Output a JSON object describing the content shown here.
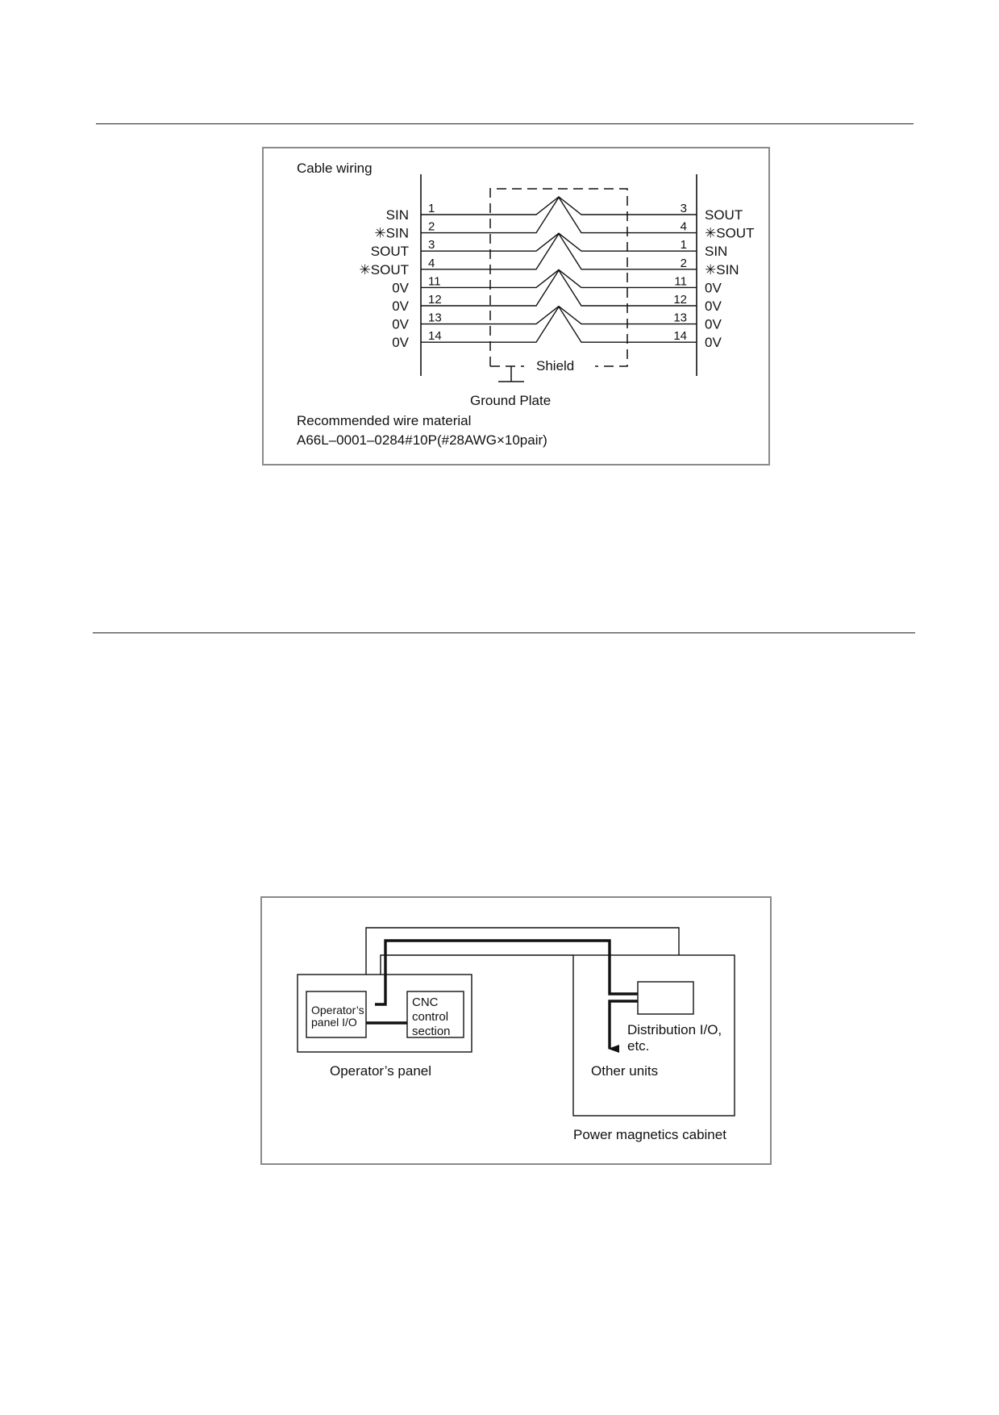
{
  "wiring_diagram": {
    "title": "Cable wiring",
    "left_pins": [
      {
        "signal": "SIN",
        "pin": "1"
      },
      {
        "signal": "✳SIN",
        "pin": "2"
      },
      {
        "signal": "SOUT",
        "pin": "3"
      },
      {
        "signal": "✳SOUT",
        "pin": "4"
      },
      {
        "signal": "0V",
        "pin": "11"
      },
      {
        "signal": "0V",
        "pin": "12"
      },
      {
        "signal": "0V",
        "pin": "13"
      },
      {
        "signal": "0V",
        "pin": "14"
      }
    ],
    "right_pins": [
      {
        "pin": "3",
        "signal": "SOUT"
      },
      {
        "pin": "4",
        "signal": "✳SOUT"
      },
      {
        "pin": "1",
        "signal": "SIN"
      },
      {
        "pin": "2",
        "signal": "✳SIN"
      },
      {
        "pin": "11",
        "signal": "0V"
      },
      {
        "pin": "12",
        "signal": "0V"
      },
      {
        "pin": "13",
        "signal": "0V"
      },
      {
        "pin": "14",
        "signal": "0V"
      }
    ],
    "shield_label": "Shield",
    "ground_label": "Ground Plate",
    "wire_material_heading": "Recommended wire material",
    "wire_material_value": "A66L–0001–0284#10P(#28AWG×10pair)"
  },
  "connection_diagram": {
    "operator_panel_io": [
      "Operator’s",
      "panel I/O"
    ],
    "cnc_control": [
      "CNC",
      "control",
      "section"
    ],
    "operator_panel_label": "Operator’s panel",
    "distribution_io": [
      "Distribution I/O,",
      "etc."
    ],
    "other_units": "Other units",
    "cabinet_label": "Power magnetics cabinet"
  }
}
